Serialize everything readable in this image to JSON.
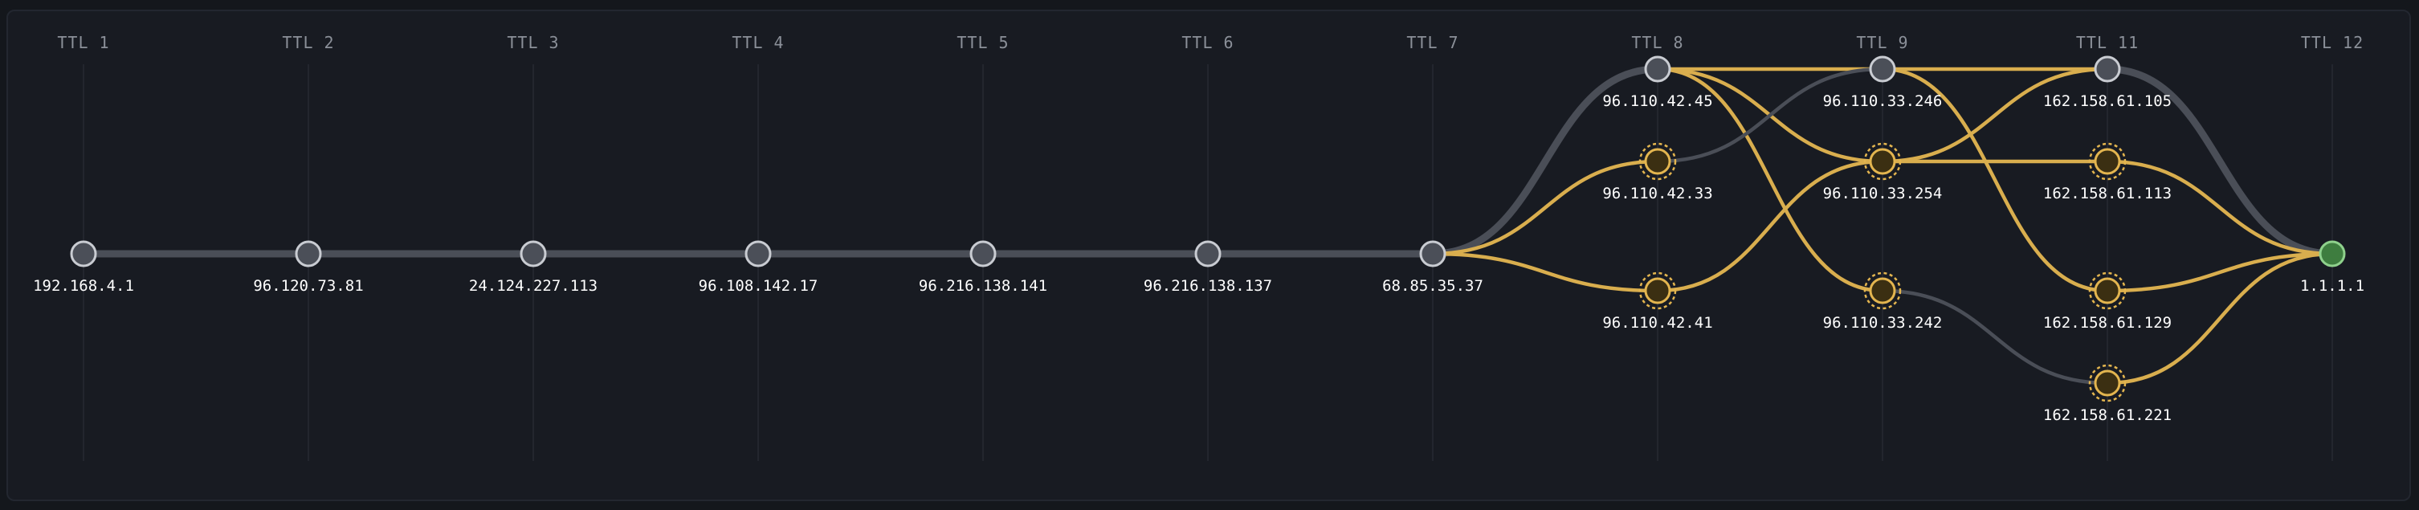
{
  "colors": {
    "background": "#181b22",
    "gridline": "#272b33",
    "edge_default": "#4a4e57",
    "edge_highlight": "#d9ae4e",
    "node_default_fill": "#4b4f58",
    "node_default_stroke": "#c9ccd2",
    "node_highlight_fill": "#3b2f12",
    "node_highlight_stroke": "#e3b54f",
    "node_destination_fill": "#3e7d3f",
    "node_destination_stroke": "#8fd18c",
    "label_text": "#ffffff",
    "ttl_text": "#8b9099"
  },
  "ttl_columns": [
    {
      "ttl": 1,
      "label": "TTL 1"
    },
    {
      "ttl": 2,
      "label": "TTL 2"
    },
    {
      "ttl": 3,
      "label": "TTL 3"
    },
    {
      "ttl": 4,
      "label": "TTL 4"
    },
    {
      "ttl": 5,
      "label": "TTL 5"
    },
    {
      "ttl": 6,
      "label": "TTL 6"
    },
    {
      "ttl": 7,
      "label": "TTL 7"
    },
    {
      "ttl": 8,
      "label": "TTL 8"
    },
    {
      "ttl": 9,
      "label": "TTL 9"
    },
    {
      "ttl": 11,
      "label": "TTL 11"
    },
    {
      "ttl": 12,
      "label": "TTL 12"
    }
  ],
  "nodes": [
    {
      "id": "n1",
      "ttl": 1,
      "slot": 0,
      "ip": "192.168.4.1",
      "type": "default"
    },
    {
      "id": "n2",
      "ttl": 2,
      "slot": 0,
      "ip": "96.120.73.81",
      "type": "default"
    },
    {
      "id": "n3",
      "ttl": 3,
      "slot": 0,
      "ip": "24.124.227.113",
      "type": "default"
    },
    {
      "id": "n4",
      "ttl": 4,
      "slot": 0,
      "ip": "96.108.142.17",
      "type": "default"
    },
    {
      "id": "n5",
      "ttl": 5,
      "slot": 0,
      "ip": "96.216.138.141",
      "type": "default"
    },
    {
      "id": "n6",
      "ttl": 6,
      "slot": 0,
      "ip": "96.216.138.137",
      "type": "default"
    },
    {
      "id": "n7",
      "ttl": 7,
      "slot": 0,
      "ip": "68.85.35.37",
      "type": "default"
    },
    {
      "id": "n8a",
      "ttl": 8,
      "slot": -2,
      "ip": "96.110.42.45",
      "type": "default"
    },
    {
      "id": "n8b",
      "ttl": 8,
      "slot": -1,
      "ip": "96.110.42.33",
      "type": "highlight"
    },
    {
      "id": "n8c",
      "ttl": 8,
      "slot": 0.4,
      "ip": "96.110.42.41",
      "type": "highlight"
    },
    {
      "id": "n9a",
      "ttl": 9,
      "slot": -2,
      "ip": "96.110.33.246",
      "type": "default"
    },
    {
      "id": "n9b",
      "ttl": 9,
      "slot": -1,
      "ip": "96.110.33.254",
      "type": "highlight"
    },
    {
      "id": "n9c",
      "ttl": 9,
      "slot": 0.4,
      "ip": "96.110.33.242",
      "type": "highlight"
    },
    {
      "id": "n11a",
      "ttl": 11,
      "slot": -2,
      "ip": "162.158.61.105",
      "type": "default"
    },
    {
      "id": "n11b",
      "ttl": 11,
      "slot": -1,
      "ip": "162.158.61.113",
      "type": "highlight"
    },
    {
      "id": "n11c",
      "ttl": 11,
      "slot": 0.4,
      "ip": "162.158.61.129",
      "type": "highlight"
    },
    {
      "id": "n11d",
      "ttl": 11,
      "slot": 1.4,
      "ip": "162.158.61.221",
      "type": "highlight"
    },
    {
      "id": "n12",
      "ttl": 12,
      "slot": 0,
      "ip": "1.1.1.1",
      "type": "destination"
    }
  ],
  "edges": [
    {
      "from": "n1",
      "to": "n2",
      "style": "default",
      "weight": "thick"
    },
    {
      "from": "n2",
      "to": "n3",
      "style": "default",
      "weight": "thick"
    },
    {
      "from": "n3",
      "to": "n4",
      "style": "default",
      "weight": "thick"
    },
    {
      "from": "n4",
      "to": "n5",
      "style": "default",
      "weight": "thick"
    },
    {
      "from": "n5",
      "to": "n6",
      "style": "default",
      "weight": "thick"
    },
    {
      "from": "n6",
      "to": "n7",
      "style": "default",
      "weight": "thick"
    },
    {
      "from": "n7",
      "to": "n8a",
      "style": "default",
      "weight": "thick"
    },
    {
      "from": "n7",
      "to": "n8b",
      "style": "highlight",
      "weight": "normal"
    },
    {
      "from": "n7",
      "to": "n8c",
      "style": "highlight",
      "weight": "normal"
    },
    {
      "from": "n8a",
      "to": "n9a",
      "style": "highlight",
      "weight": "normal"
    },
    {
      "from": "n8a",
      "to": "n9b",
      "style": "highlight",
      "weight": "normal"
    },
    {
      "from": "n8a",
      "to": "n9c",
      "style": "highlight",
      "weight": "normal"
    },
    {
      "from": "n8b",
      "to": "n9a",
      "style": "default",
      "weight": "normal"
    },
    {
      "from": "n8c",
      "to": "n9b",
      "style": "highlight",
      "weight": "normal"
    },
    {
      "from": "n9a",
      "to": "n11a",
      "style": "highlight",
      "weight": "normal"
    },
    {
      "from": "n9a",
      "to": "n11c",
      "style": "highlight",
      "weight": "normal"
    },
    {
      "from": "n9b",
      "to": "n11a",
      "style": "highlight",
      "weight": "normal"
    },
    {
      "from": "n9b",
      "to": "n11b",
      "style": "highlight",
      "weight": "normal"
    },
    {
      "from": "n9c",
      "to": "n11d",
      "style": "default",
      "weight": "normal"
    },
    {
      "from": "n11a",
      "to": "n12",
      "style": "default",
      "weight": "thick"
    },
    {
      "from": "n11b",
      "to": "n12",
      "style": "highlight",
      "weight": "normal"
    },
    {
      "from": "n11c",
      "to": "n12",
      "style": "highlight",
      "weight": "normal"
    },
    {
      "from": "n11d",
      "to": "n12",
      "style": "highlight",
      "weight": "normal"
    }
  ]
}
